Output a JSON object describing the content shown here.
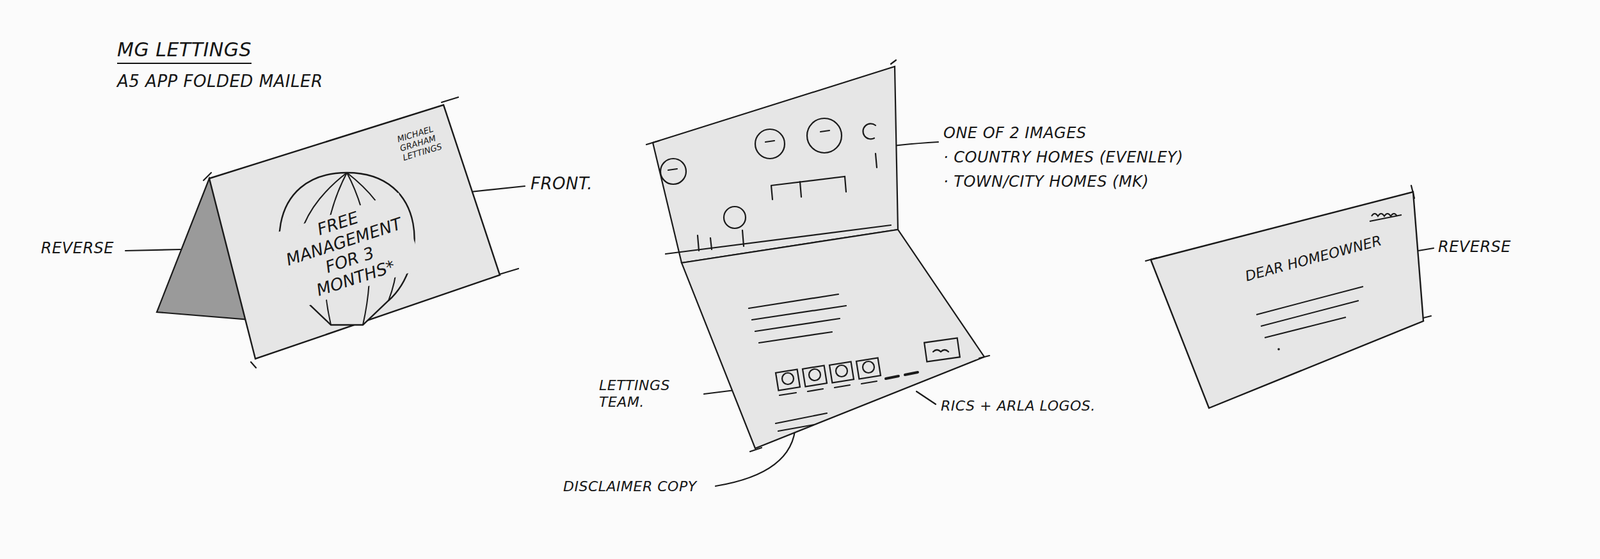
{
  "diagram": {
    "title": "MG LETTINGS",
    "nodes": [
      {
        "text": [
          "MICHAEL GRAHAM LETTINGS"
        ]
      },
      {
        "text": [
          "FREE MANAGEMENT FOR 3 MONTHS*"
        ],
        "in": 0
      },
      {
        "text": [
          "DEAR HOMEOWNER"
        ]
      }
    ],
    "labels": [
      "A5 APP FOLDED MAILER",
      "REVERSE",
      "FRONT.",
      "ONE OF 2 IMAGES",
      "· COUNTRY HOMES (EVENLEY)",
      "· TOWN/CITY HOMES (MK)",
      "LETTINGS TEAM.",
      "RICS + ARLA LOGOS.",
      "DISCLAIMER COPY",
      "REVERSE"
    ]
  }
}
